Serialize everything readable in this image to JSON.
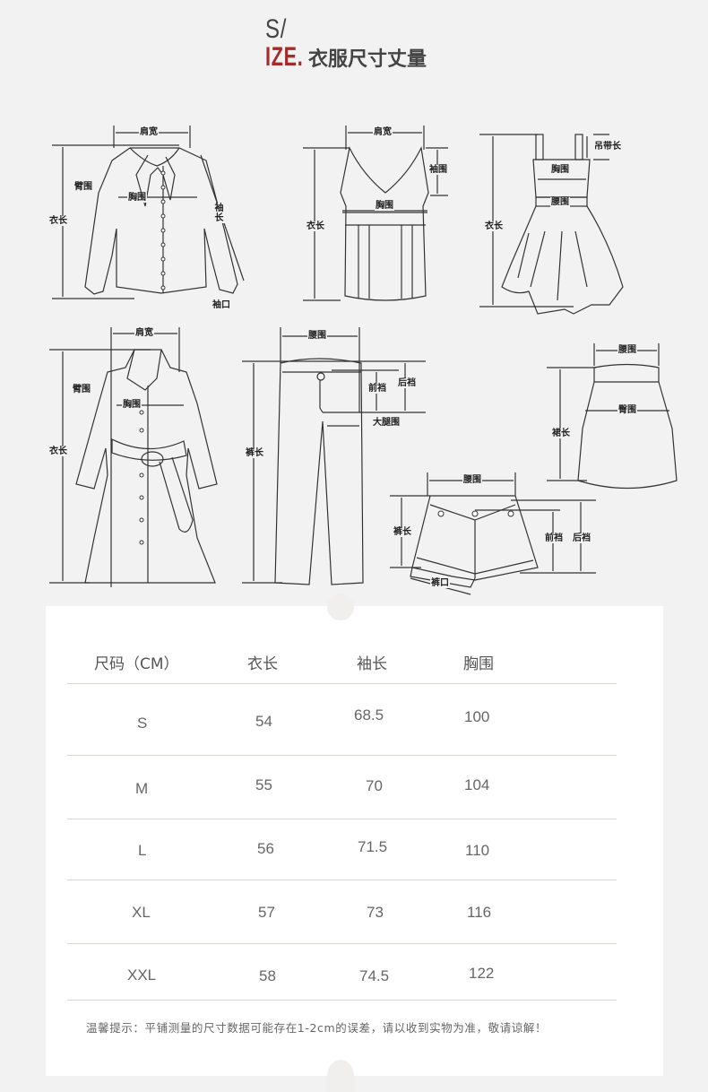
{
  "header": {
    "title_line1": "S/",
    "title_accent": "IZE.",
    "title_cn": "衣服尺寸丈量",
    "accent_color": "#a52a2a",
    "text_color": "#444444"
  },
  "diagrams": {
    "shirt": {
      "shoulder": "肩宽",
      "arm": "臂围",
      "chest": "胸围",
      "length": "衣长",
      "sleeve": "袖长",
      "cuff": "袖口"
    },
    "vest": {
      "shoulder": "肩宽",
      "armhole": "袖围",
      "chest": "胸围",
      "length": "衣长"
    },
    "dress": {
      "strap": "吊带长",
      "chest": "胸围",
      "waist": "腰围",
      "length": "衣长"
    },
    "coat": {
      "shoulder": "肩宽",
      "arm": "臂围",
      "chest": "胸围",
      "length": "衣长"
    },
    "pants": {
      "waist": "腰围",
      "front_rise": "前裆",
      "back_rise": "后裆",
      "thigh": "大腿围",
      "length": "裤长"
    },
    "skirt": {
      "waist": "腰围",
      "hip": "臀围",
      "length": "裙长"
    },
    "shorts": {
      "waist": "腰围",
      "length": "裤长",
      "front_rise": "前裆",
      "back_rise": "后裆",
      "leg_opening": "裤口"
    }
  },
  "size_table": {
    "headers": [
      "尺码（CM）",
      "衣长",
      "袖长",
      "胸围"
    ],
    "rows": [
      {
        "size": "S",
        "length": "54",
        "sleeve": "68.5",
        "chest": "100"
      },
      {
        "size": "M",
        "length": "55",
        "sleeve": "70",
        "chest": "104"
      },
      {
        "size": "L",
        "length": "56",
        "sleeve": "71.5",
        "chest": "110"
      },
      {
        "size": "XL",
        "length": "57",
        "sleeve": "73",
        "chest": "116"
      },
      {
        "size": "XXL",
        "length": "58",
        "sleeve": "74.5",
        "chest": "122"
      }
    ],
    "note": "温馨提示：平铺测量的尺寸数据可能存在1-2cm的误差，请以收到实物为准，敬请谅解！"
  }
}
